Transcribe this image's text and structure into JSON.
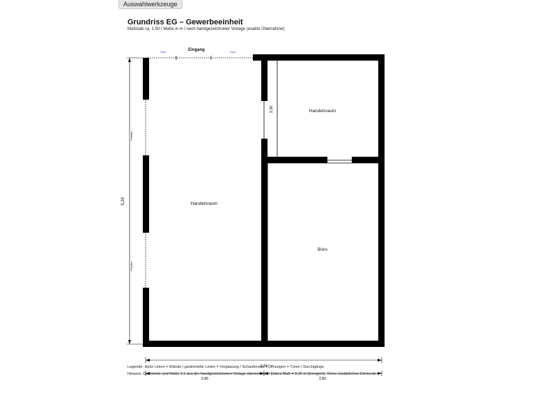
{
  "toolbar": {
    "tools_label": "Auswahlwerkzeuge"
  },
  "header": {
    "title": "Grundriss EG – Gewerbeeinheit",
    "subtitle": "Maßstab ca. 1:50  I  Maße in m  I  nach handgezeichneter Vorlage (exakte Übernahme)"
  },
  "plan": {
    "entrance_label": "Eingang",
    "glass_left": "Glas",
    "glass_right": "Glas",
    "window_upper": "Fenster",
    "window_lower": "Fenster",
    "room_main": "Handelsraum",
    "room_small": "Handelsraum",
    "room_office": "Büro",
    "dim_height_total": "9,26",
    "dim_height_small": "3,30",
    "dim_width_total": "7,65",
    "dim_width_left": "3,85",
    "dim_width_right": "3,80"
  },
  "footer": {
    "legend": "Legende:  dicke Linien = Wände   I   gestrichelte Linien = Verglasung / Schaufenster   I   Öffnungen = Türen / Durchgänge",
    "hint": "Hinweis: Geometrie und Maße 1:1 aus der handgezeichneten Vorlage übernommen (linkes Maß = 9,26 m (korrigiert). Keine zusätzlichen Elemente."
  }
}
